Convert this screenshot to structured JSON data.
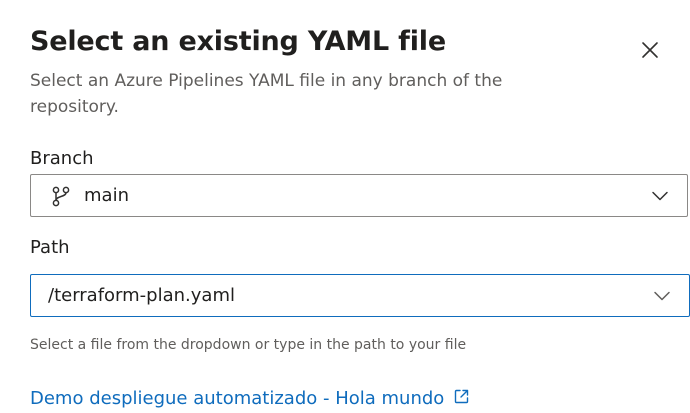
{
  "dialog": {
    "title": "Select an existing YAML file",
    "subtitle": "Select an Azure Pipelines YAML file in any branch of the repository."
  },
  "branch": {
    "label": "Branch",
    "value": "main"
  },
  "path": {
    "label": "Path",
    "value": "/terraform-plan.yaml",
    "help_text": "Select a file from the dropdown or type in the path to your file"
  },
  "link": {
    "text": "Demo despliegue automatizado - Hola mundo"
  },
  "icons": {
    "close": "close-icon",
    "branch": "git-branch-icon",
    "chevron": "chevron-down-icon",
    "external": "external-link-icon"
  },
  "colors": {
    "link": "#0f6cbd",
    "focus_border": "#0f6cbd",
    "border": "#8a8886",
    "secondary_text": "#605e5c"
  }
}
